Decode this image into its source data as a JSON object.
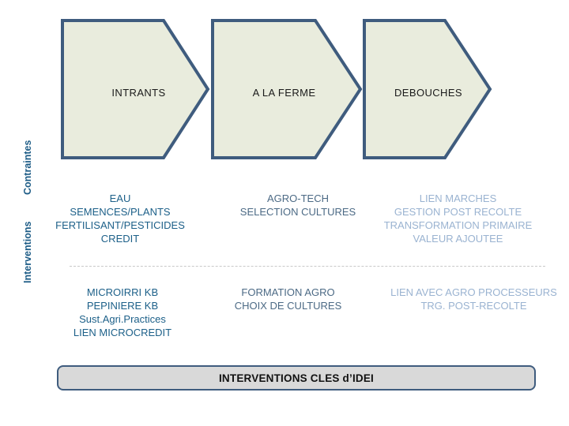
{
  "colors": {
    "chevron_fill": "#e9ecdd",
    "chevron_border": "#3f5c7e",
    "col1_text": "#1d6089",
    "col2_text": "#4c6a85",
    "col3_text": "#9ab3d1",
    "axis_label_text": "#1d5c86",
    "footer_fill": "#d9d9d9",
    "footer_border": "#3f5c7e",
    "divider": "#c9c9c9"
  },
  "chevrons": [
    {
      "label": "INTRANTS"
    },
    {
      "label": "A LA FERME"
    },
    {
      "label": "DEBOUCHES"
    }
  ],
  "rows": [
    {
      "axis_label": "Contraintes",
      "columns": [
        {
          "lines": [
            "EAU",
            "SEMENCES/PLANTS",
            "FERTILISANT/PESTICIDES",
            "CREDIT"
          ]
        },
        {
          "lines": [
            "AGRO-TECH",
            "SELECTION CULTURES"
          ]
        },
        {
          "lines": [
            "LIEN MARCHES",
            "GESTION POST RECOLTE",
            "TRANSFORMATION PRIMAIRE",
            "VALEUR AJOUTEE"
          ]
        }
      ]
    },
    {
      "axis_label": "Interventions",
      "columns": [
        {
          "lines": [
            "MICROIRRI KB",
            "PEPINIERE KB",
            "Sust.Agri.Practices",
            "LIEN MICROCREDIT"
          ]
        },
        {
          "lines": [
            "FORMATION AGRO",
            "CHOIX DE CULTURES"
          ]
        },
        {
          "lines": [
            "LIEN AVEC AGRO PROCESSEURS",
            "TRG. POST-RECOLTE"
          ]
        }
      ]
    }
  ],
  "footer": {
    "label": "INTERVENTIONS CLES d’IDEI"
  }
}
